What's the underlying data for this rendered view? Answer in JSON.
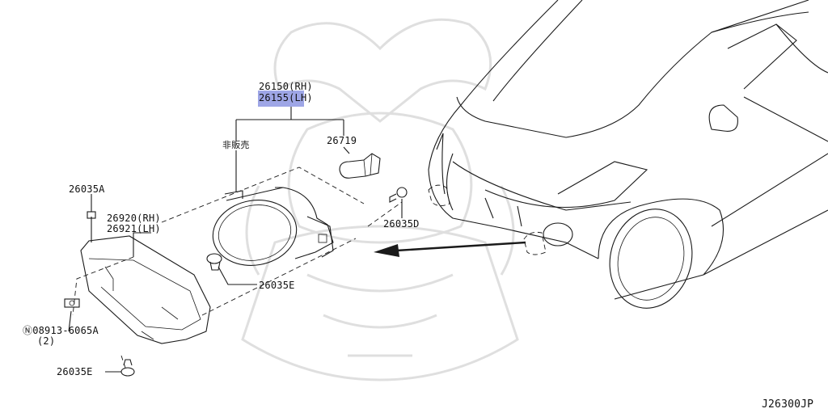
{
  "diagram_code": "J26300JP",
  "highlight_color": "#9ea6e6",
  "callouts": {
    "lamp_rh": "26150(RH)",
    "lamp_lh": "26155(LH)",
    "not_sold": "非販売",
    "bulb": "26719",
    "screw_top_left": "26035A",
    "bracket_rh": "26920(RH)",
    "bracket_lh": "26921(LH)",
    "screw_right": "26035D",
    "clip_center": "26035E",
    "nut": "Ⓝ08913-6065A",
    "nut_qty": "(2)",
    "clip_bottom": "26035E"
  },
  "icons": {
    "watermark": "samurai-helmet-watermark"
  }
}
